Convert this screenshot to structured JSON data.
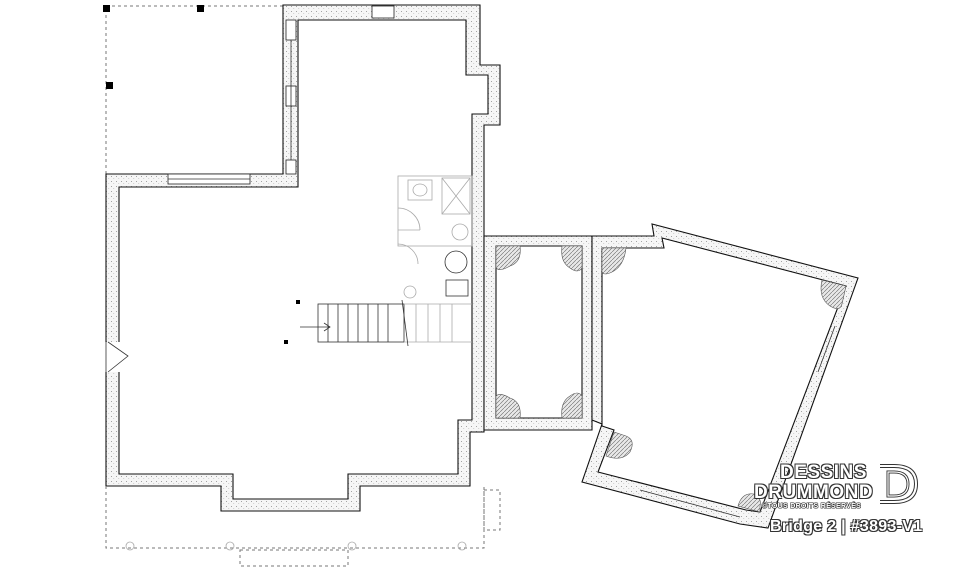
{
  "watermark": {
    "brand_line1": "DESSINS",
    "brand_line2": "DRUMMOND",
    "rights": "©TOUS DROITS RÉSERVÉS",
    "logo_icon": "dd-monogram-icon"
  },
  "caption": {
    "text": "Bridge 2 | #3893-V1"
  },
  "colors": {
    "line": "#111111",
    "wall_fill": "#f2f2f2",
    "background": "#ffffff",
    "dashed": "#777777"
  }
}
